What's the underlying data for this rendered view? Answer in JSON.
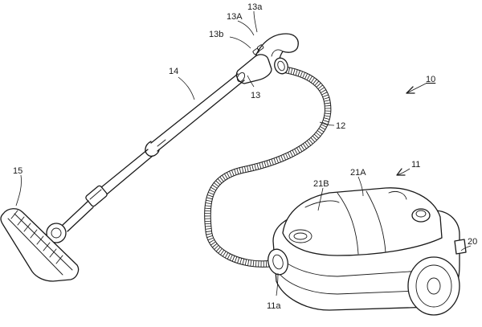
{
  "labels": {
    "assembly": "10",
    "body": "11",
    "body_port": "11a",
    "hose": "12",
    "grip": "13",
    "switch_part": "13A",
    "switch_top": "13a",
    "switch_bottom": "13b",
    "pipe": "14",
    "nozzle": "15",
    "lid": "21A",
    "lid_front": "21B",
    "base": "20"
  }
}
